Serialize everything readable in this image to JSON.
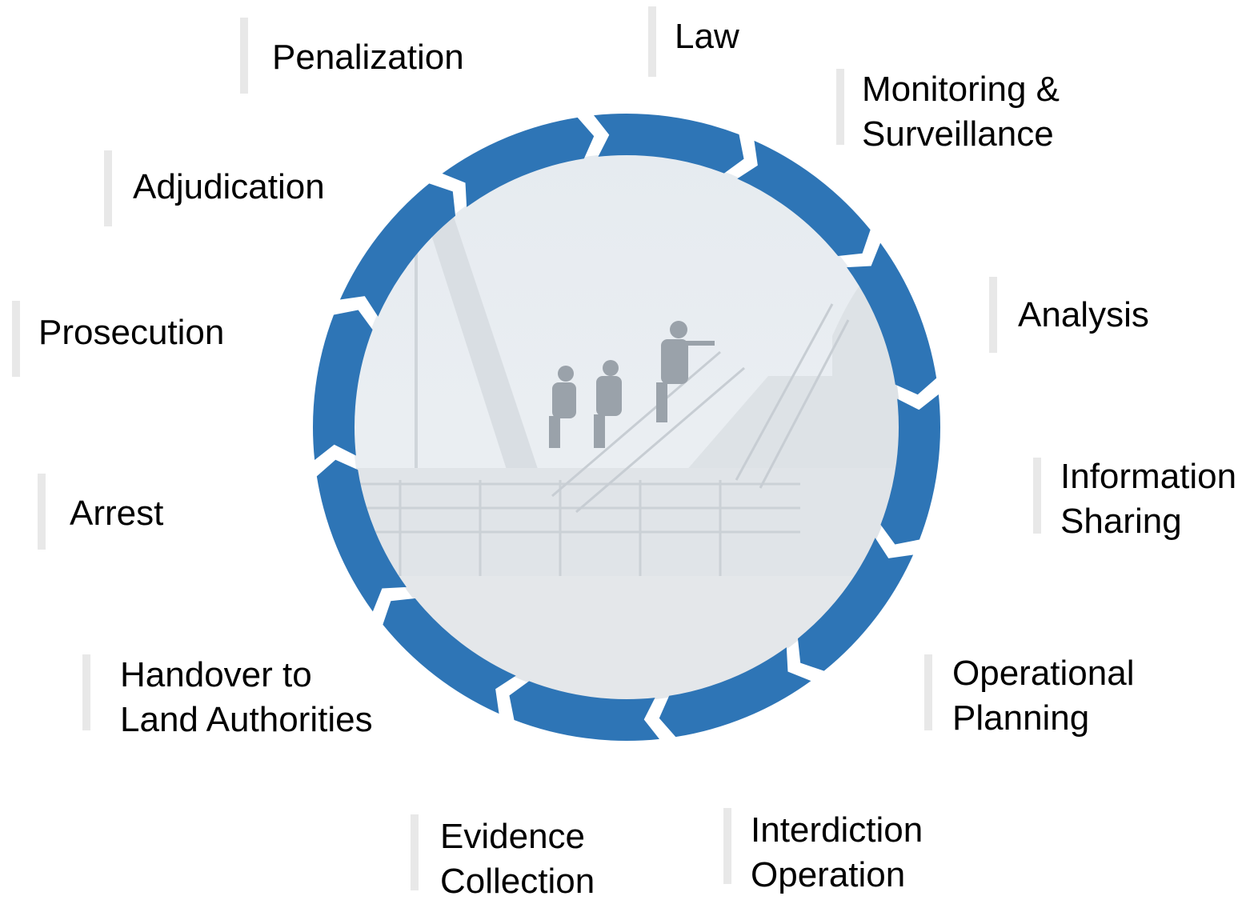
{
  "colors": {
    "ring": "#2e75b6",
    "label_bar": "#e8e8e8",
    "photo_sky": "#e9eef3",
    "photo_ship": "#dfe3e7"
  },
  "center_image": {
    "icon": "boarding-team-on-ship-photo"
  },
  "stages": [
    {
      "id": "law",
      "lines": [
        "Law"
      ]
    },
    {
      "id": "monitoring",
      "lines": [
        "Monitoring &",
        "Surveillance"
      ]
    },
    {
      "id": "analysis",
      "lines": [
        "Analysis"
      ]
    },
    {
      "id": "information-sharing",
      "lines": [
        "Information",
        "Sharing"
      ]
    },
    {
      "id": "operational-planning",
      "lines": [
        "Operational",
        "Planning"
      ]
    },
    {
      "id": "interdiction-operation",
      "lines": [
        "Interdiction",
        "Operation"
      ]
    },
    {
      "id": "evidence-collection",
      "lines": [
        "Evidence",
        "Collection"
      ]
    },
    {
      "id": "handover",
      "lines": [
        "Handover to",
        "Land Authorities"
      ]
    },
    {
      "id": "arrest",
      "lines": [
        "Arrest"
      ]
    },
    {
      "id": "prosecution",
      "lines": [
        "Prosecution"
      ]
    },
    {
      "id": "adjudication",
      "lines": [
        "Adjudication"
      ]
    },
    {
      "id": "penalization",
      "lines": [
        "Penalization"
      ]
    }
  ]
}
